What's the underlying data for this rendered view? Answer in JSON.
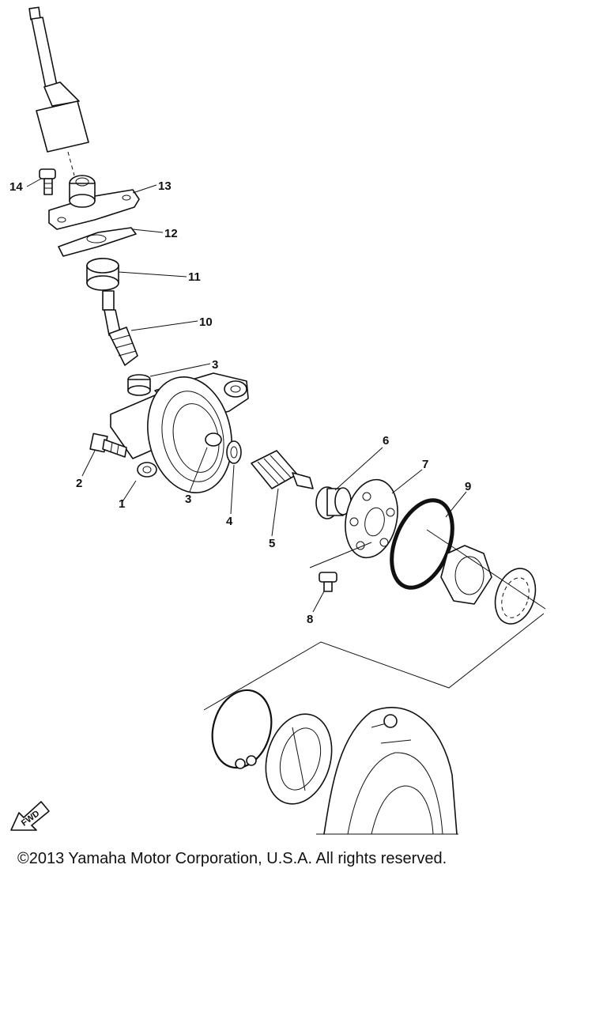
{
  "callouts": [
    {
      "id": "1",
      "text": "1"
    },
    {
      "id": "2",
      "text": "2"
    },
    {
      "id": "3a",
      "text": "3"
    },
    {
      "id": "3b",
      "text": "3"
    },
    {
      "id": "4",
      "text": "4"
    },
    {
      "id": "5",
      "text": "5"
    },
    {
      "id": "6",
      "text": "6"
    },
    {
      "id": "7",
      "text": "7"
    },
    {
      "id": "8",
      "text": "8"
    },
    {
      "id": "9",
      "text": "9"
    },
    {
      "id": "10",
      "text": "10"
    },
    {
      "id": "11",
      "text": "11"
    },
    {
      "id": "12",
      "text": "12"
    },
    {
      "id": "13",
      "text": "13"
    },
    {
      "id": "14",
      "text": "14"
    }
  ],
  "fwd_label": "FWD",
  "copyright": "©2013 Yamaha Motor Corporation, U.S.A. All rights reserved."
}
